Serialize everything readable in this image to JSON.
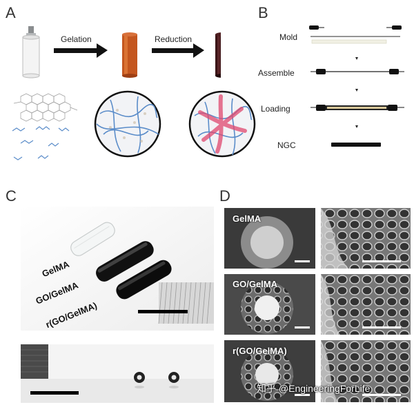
{
  "panels": {
    "a": {
      "letter": "A",
      "steps": [
        "Gelation",
        "Reduction"
      ]
    },
    "b": {
      "letter": "B",
      "steps": [
        "Mold",
        "Assemble",
        "Loading",
        "NGC"
      ]
    },
    "c": {
      "letter": "C",
      "samples": [
        "GelMA",
        "GO/GelMA",
        "r(GO/GelMA)"
      ]
    },
    "d": {
      "letter": "D",
      "rows": [
        "GelMA",
        "GO/GelMA",
        "r(GO/GelMA)"
      ]
    }
  },
  "watermark": "知乎 @EngineeringForLife",
  "colors": {
    "gelma": "#e9ebea",
    "go_gelma": "#c4561f",
    "r_go_gelma": "#3a1416",
    "network_blue": "#5a8cc9",
    "network_pink": "#e0486e"
  }
}
